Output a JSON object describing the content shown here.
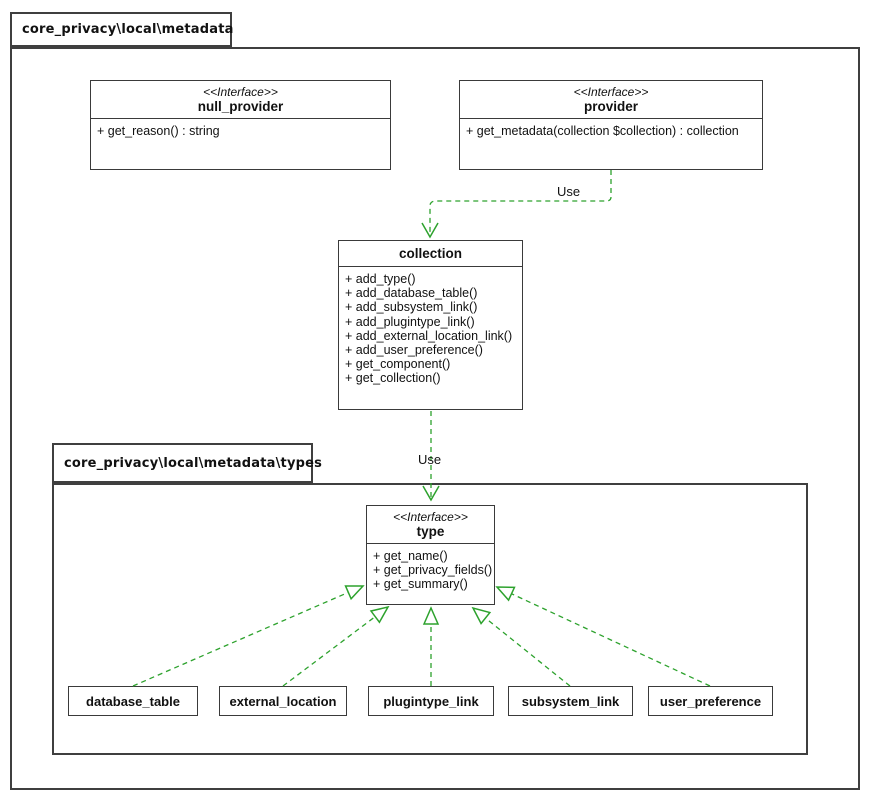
{
  "diagram": {
    "kind": "uml-class-diagram",
    "accent_green": "#2da22d",
    "border_color": "#3f3f3f"
  },
  "packages": {
    "outer": {
      "label": "core_privacy\\local\\metadata"
    },
    "inner": {
      "label": "core_privacy\\local\\metadata\\types"
    }
  },
  "classes": {
    "null_provider": {
      "stereotype": "<<Interface>>",
      "name": "null_provider",
      "methods": [
        "+ get_reason() : string"
      ]
    },
    "provider": {
      "stereotype": "<<Interface>>",
      "name": "provider",
      "methods": [
        "+ get_metadata(collection $collection) : collection"
      ]
    },
    "collection": {
      "name": "collection",
      "methods": [
        "+ add_type()",
        "+ add_database_table()",
        "+ add_subsystem_link()",
        "+ add_plugintype_link()",
        "+ add_external_location_link()",
        "+ add_user_preference()",
        "+ get_component()",
        "+ get_collection()"
      ]
    },
    "type": {
      "stereotype": "<<Interface>>",
      "name": "type",
      "methods": [
        "+ get_name()",
        "+ get_privacy_fields()",
        "+ get_summary()"
      ]
    },
    "database_table": {
      "name": "database_table"
    },
    "external_location": {
      "name": "external_location"
    },
    "plugintype_link": {
      "name": "plugintype_link"
    },
    "subsystem_link": {
      "name": "subsystem_link"
    },
    "user_preference": {
      "name": "user_preference"
    }
  },
  "edges": {
    "use_provider_collection": {
      "label": "Use",
      "type": "dependency"
    },
    "use_collection_type": {
      "label": "Use",
      "type": "dependency"
    },
    "realizations": [
      "database_table implements type",
      "external_location implements type",
      "plugintype_link implements type",
      "subsystem_link implements type",
      "user_preference implements type"
    ]
  }
}
